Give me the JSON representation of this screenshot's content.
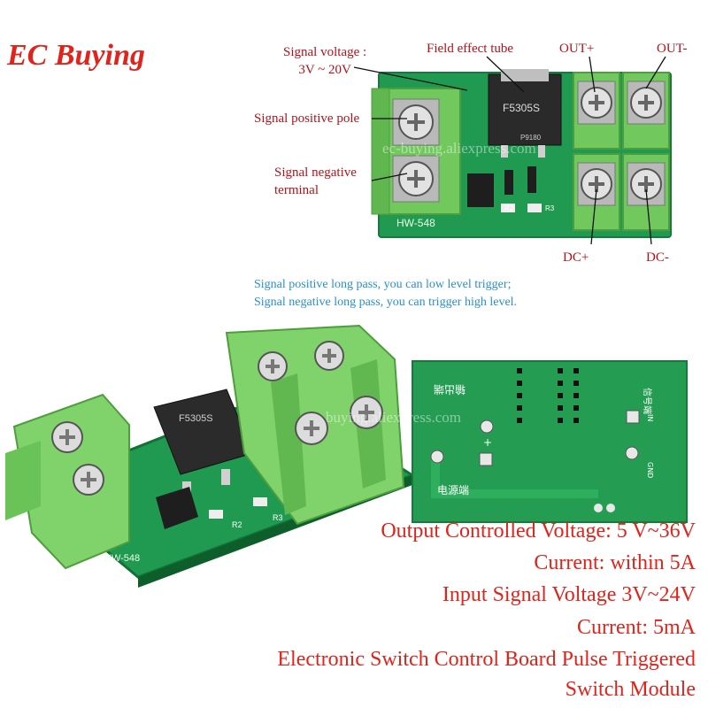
{
  "brand": "EC Buying",
  "watermark": "ec-buying.aliexpress.com",
  "watermark_partial": "buying.aliexpress.com",
  "board": {
    "model": "HW-548",
    "chip": "F5305S",
    "chip_sub": "P9180",
    "res_r2": "R2",
    "res_r3": "R3"
  },
  "diagram_labels": {
    "signal_voltage": [
      "Signal voltage :",
      "3V ~ 20V"
    ],
    "field_effect_tube": "Field effect tube",
    "out_plus": "OUT+",
    "out_minus": "OUT-",
    "signal_positive_pole": "Signal positive pole",
    "signal_negative_terminal": [
      "Signal negative",
      "terminal"
    ],
    "dc_plus": "DC+",
    "dc_minus": "DC-"
  },
  "notes": [
    "Signal positive long pass, you can low level trigger;",
    "Signal negative long pass, you can trigger high level."
  ],
  "back_board": {
    "label_power": "电源端",
    "label_output": "输出端",
    "label_signal": "信号端",
    "label_gnd": "GND",
    "label_in": "IN",
    "plus": "+"
  },
  "specs": [
    "Output Controlled Voltage: 5 V~36V",
    "Current: within 5A",
    "Input Signal Voltage 3V~24V",
    "Current: 5mA",
    "Electronic Switch Control Board Pulse Triggered",
    "Switch Module"
  ],
  "colors": {
    "brand_red": "#e0231b",
    "label_red": "#b3121a",
    "note_blue": "#2a8fc9",
    "pcb_green": "#1f9a50",
    "terminal_green": "#7fd36a"
  }
}
